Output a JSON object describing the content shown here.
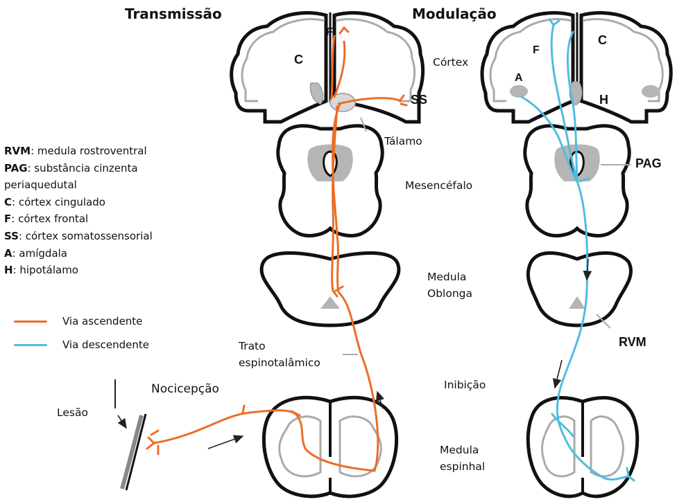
{
  "titles": {
    "left": "Transmissão",
    "right": "Modulação"
  },
  "region_labels": {
    "cortex": "Córtex",
    "talamo": "Tálamo",
    "mesencefalo": "Mesencéfalo",
    "medula_oblonga": [
      "Medula",
      "Oblonga"
    ],
    "trato": [
      "Trato",
      "espinotalâmico"
    ],
    "inibicao": "Inibição",
    "medula_espinhal": [
      "Medula",
      "espinhal"
    ],
    "nocicepcao": "Nocicepção",
    "lesao": "Lesão"
  },
  "structure_letters": {
    "left": {
      "C": "C",
      "F": "F",
      "SS": "SS"
    },
    "right": {
      "A": "A",
      "F": "F",
      "C": "C",
      "H": "H",
      "PAG": "PAG",
      "RVM": "RVM"
    }
  },
  "abbreviations": [
    {
      "abbr": "RVM",
      "text": ": medula rostroventral"
    },
    {
      "abbr": "PAG",
      "text": ": substância cinzenta"
    },
    {
      "abbr": "",
      "text": "periaquedutal"
    },
    {
      "abbr": "C",
      "text": ": córtex cingulado"
    },
    {
      "abbr": "F",
      "text": ": córtex frontal"
    },
    {
      "abbr": "SS",
      "text": ": córtex somatossensorial"
    },
    {
      "abbr": "A",
      "text": ": amígdala"
    },
    {
      "abbr": "H",
      "text": ": hipotálamo"
    }
  ],
  "pathway_legend": [
    {
      "label": "Via ascendente",
      "color": "#ec6d25"
    },
    {
      "label": "Via descendente",
      "color": "#4fbde0"
    }
  ],
  "colors": {
    "ascending": "#ec6d25",
    "descending": "#4fbde0",
    "grey_matter": "#b5b5b5",
    "outline": "#111111"
  }
}
